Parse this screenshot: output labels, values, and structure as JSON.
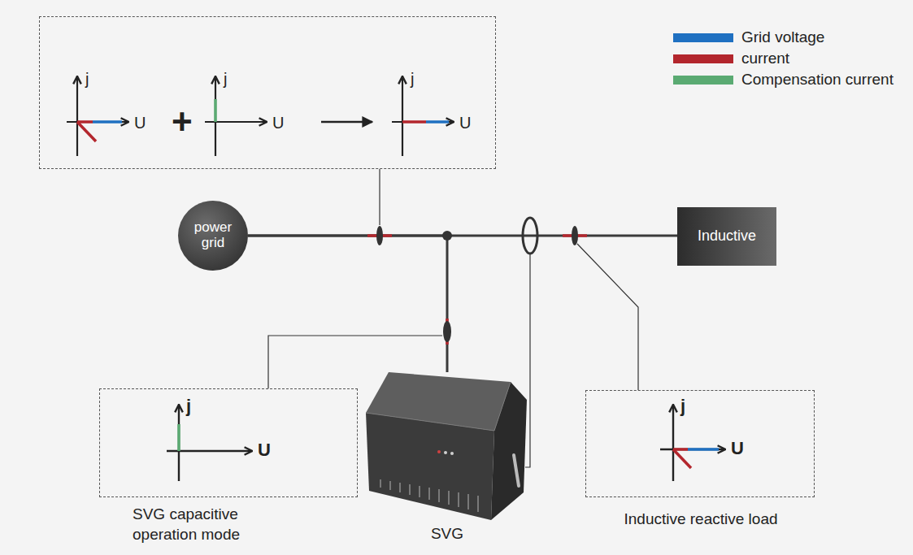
{
  "diagram": {
    "nodes": [
      {
        "text": [
          "j",
          "U",
          "+",
          "j",
          "U",
          "j",
          "U"
        ]
      },
      {
        "text": [
          "power grid"
        ]
      },
      {
        "text": [
          "Inductive"
        ]
      },
      {
        "text": [
          "j",
          "U",
          "SVG capacitive operation mode"
        ]
      },
      {
        "text": [
          "SVG"
        ]
      },
      {
        "text": [
          "j",
          "U",
          "Inductive reactive load"
        ]
      }
    ],
    "edges": [
      {
        "from": 1,
        "to": 2,
        "arrow": "none"
      },
      {
        "from": 1,
        "to": 4,
        "arrow": "none"
      }
    ],
    "legend": [
      {
        "text": "Grid voltage",
        "color": "#1f70c1"
      },
      {
        "text": "current",
        "color": "#b3262d"
      },
      {
        "text": "Compensation current",
        "color": "#5aaa72"
      }
    ]
  }
}
